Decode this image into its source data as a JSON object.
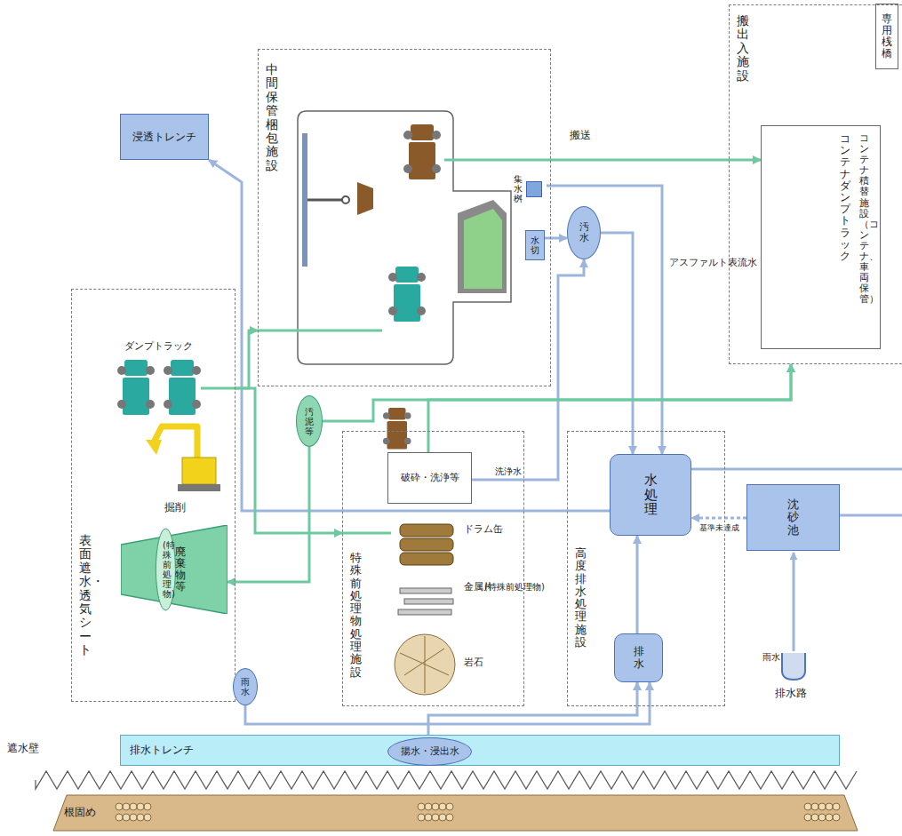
{
  "diagram": {
    "nodes": [
      {
        "text": [
          "専用桟橋"
        ]
      },
      {
        "text": [
          "搬出入施設"
        ]
      },
      {
        "text": [
          "コンテナダンプトラック",
          "コンテナ積替施設（コンテナ、車両保管）"
        ],
        "in": 1
      },
      {
        "text": [
          "中間保管梱包施設"
        ]
      },
      {
        "text": [
          "集水桝"
        ],
        "in": 3
      },
      {
        "text": [
          "水切"
        ],
        "in": 3
      },
      {
        "text": [
          "汚水"
        ]
      },
      {
        "text": [
          "浸透トレンチ"
        ]
      },
      {
        "text": [
          "表面遮水・透気シート"
        ]
      },
      {
        "text": [
          "廃棄物等",
          "(特殊前処理物)"
        ],
        "in": 8
      },
      {
        "text": [
          "汚泥等"
        ]
      },
      {
        "text": [
          "特殊前処理物処理施設"
        ]
      },
      {
        "text": [
          "破砕・洗浄等"
        ],
        "in": 11
      },
      {
        "text": [
          "高度排水処理施設"
        ]
      },
      {
        "text": [
          "水処理"
        ],
        "in": 13
      },
      {
        "text": [
          "排水"
        ],
        "in": 13
      },
      {
        "text": [
          "沈砂池"
        ]
      },
      {
        "text": [
          "雨水"
        ]
      },
      {
        "text": [
          "排水トレンチ"
        ]
      },
      {
        "text": [
          "揚水・浸出水"
        ],
        "in": 18
      },
      {
        "text": [
          "根固め"
        ]
      }
    ],
    "edges": [
      {
        "from": 14,
        "to": 7,
        "arrow": "to"
      },
      {
        "from": 3,
        "to": 2,
        "arrow": "to",
        "label": "搬送"
      },
      {
        "from": 4,
        "to": 14,
        "arrow": "to",
        "label": "アスファルト表流水"
      },
      {
        "from": 6,
        "to": 14,
        "arrow": "to"
      },
      {
        "from": 5,
        "to": 6,
        "arrow": "to"
      },
      {
        "from": 12,
        "to": 6,
        "arrow": "to",
        "label": "洗浄水"
      },
      {
        "from": 8,
        "to": 3,
        "arrow": "to"
      },
      {
        "from": 8,
        "to": 11,
        "arrow": "to"
      },
      {
        "from": 10,
        "to": 9,
        "arrow": "to"
      },
      {
        "from": 12,
        "to": 1,
        "arrow": "to"
      },
      {
        "from": 10,
        "to": 1,
        "arrow": "to"
      },
      {
        "from": 15,
        "to": 14,
        "arrow": "to"
      },
      {
        "from": 16,
        "to": 14,
        "arrow": "to",
        "label": "基準未達成"
      },
      {
        "from": 19,
        "to": 15,
        "arrow": "to"
      },
      {
        "from": 17,
        "to": 15,
        "arrow": "to"
      }
    ],
    "labels": [
      "遮水壁",
      "ダンプトラック",
      "掘削",
      "ドラム缶",
      "金属片",
      "(特殊前処理物)",
      "岩石",
      "雨水",
      "排水路"
    ]
  }
}
